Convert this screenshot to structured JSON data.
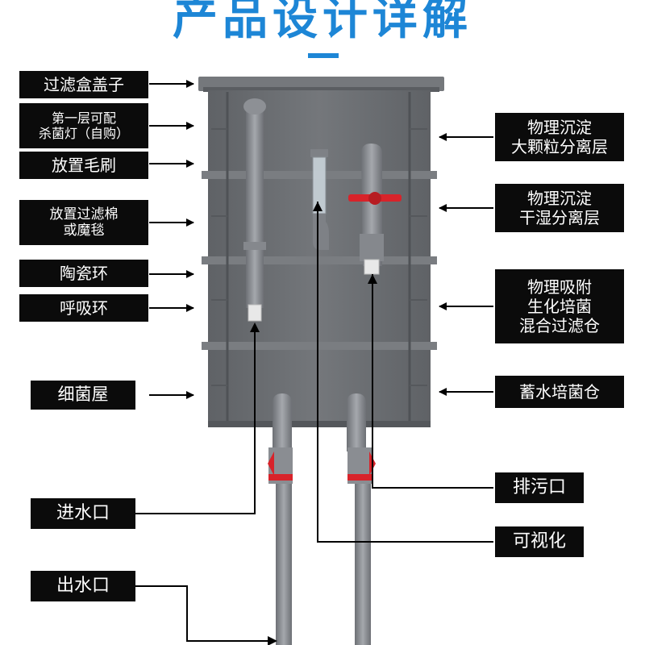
{
  "title": "产品设计详解",
  "colors": {
    "accent": "#1d86d6",
    "box": "#6b6e72",
    "pipe": "#7f8287",
    "valve": "#d8232a",
    "label_bg": "#0b0b0b",
    "label_text": "#ffffff"
  },
  "labels": {
    "filter_lid": "过滤盒盖子",
    "layer1_uv": "第一层可配\n杀菌灯（自购）",
    "brush": "放置毛刷",
    "filter_cotton": "放置过滤棉\n或魔毯",
    "ceramic_ring": "陶瓷环",
    "breathing_ring": "呼吸环",
    "bacteria_house": "细菌屋",
    "water_inlet": "进水口",
    "water_outlet": "出水口",
    "settle_large": "物理沉淀\n大颗粒分离层",
    "settle_wetdry": "物理沉淀\n干湿分离层",
    "adsorb_mix": "物理吸附\n生化培菌\n混合过滤仓",
    "storage_culture": "蓄水培菌仓",
    "drain_port": "排污口",
    "visual": "可视化"
  }
}
